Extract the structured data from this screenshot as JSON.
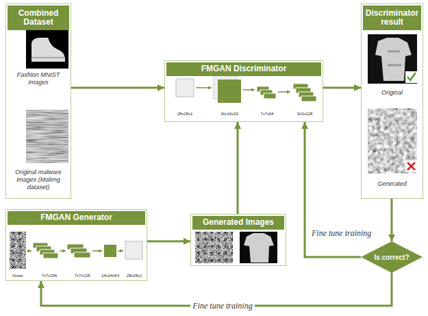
{
  "diagram": {
    "nodes": [
      {
        "text": [
          "Combined Dataset",
          "Fashion MNIST Images",
          "Original malware images (Malimg dataset)"
        ]
      },
      {
        "text": [
          "FMGAN Discriminator"
        ]
      },
      {
        "text": [
          "Discriminator result",
          "Original",
          "Generated"
        ]
      },
      {
        "text": [
          "FMGAN Generator"
        ]
      },
      {
        "text": [
          "Generated Images"
        ]
      },
      {
        "text": [
          "Is correct?"
        ]
      }
    ],
    "edges": [
      {
        "from": 0,
        "to": 1,
        "arrow": "to"
      },
      {
        "from": 1,
        "to": 2,
        "arrow": "to"
      },
      {
        "from": 3,
        "to": 4,
        "arrow": "to"
      },
      {
        "from": 4,
        "to": 1,
        "arrow": "to"
      },
      {
        "from": 2,
        "to": 5,
        "arrow": "to"
      },
      {
        "from": 5,
        "to": 1,
        "label": "Fine tune training",
        "arrow": "to"
      },
      {
        "from": 5,
        "to": 3,
        "label": "Fine tune training",
        "arrow": "to"
      }
    ],
    "labels": [
      "28x28x1",
      "16x16x32",
      "7x7x64",
      "3x3x128",
      "Noise",
      "7x7x256",
      "7x7x128",
      "14x14x64",
      "28x28x1"
    ]
  }
}
